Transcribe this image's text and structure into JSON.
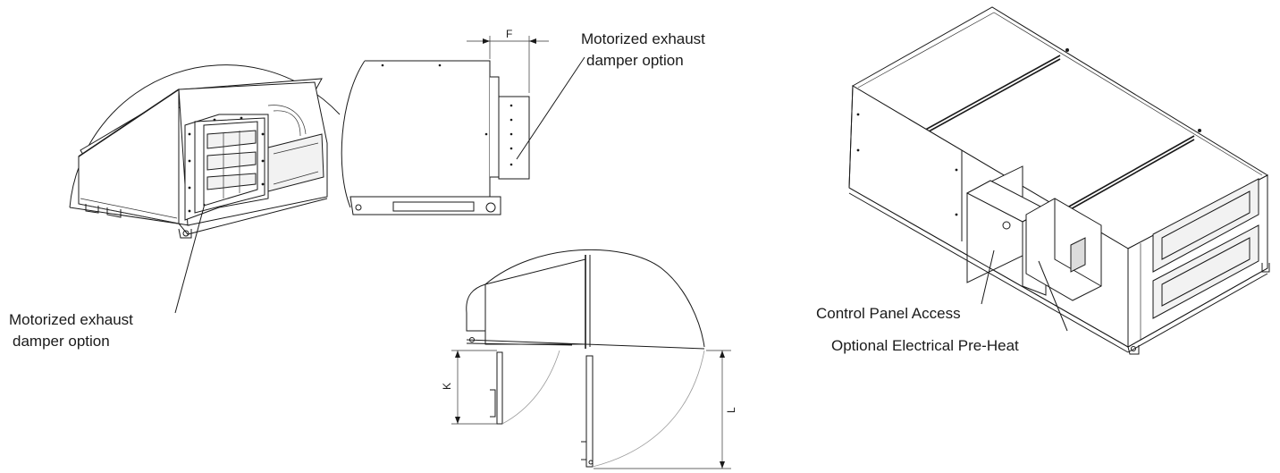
{
  "labels": {
    "damper_left_line1": "Motorized exhaust",
    "damper_left_line2": "damper option",
    "damper_right_line1": "Motorized exhaust",
    "damper_right_line2": "damper option",
    "control_panel": "Control Panel Access",
    "preheat": "Optional Electrical Pre-Heat"
  },
  "dimensions": {
    "f": "F",
    "k": "K",
    "l": "L"
  },
  "colors": {
    "line": "#1a1a1a",
    "arc": "#9a9a9a",
    "background": "#ffffff"
  }
}
